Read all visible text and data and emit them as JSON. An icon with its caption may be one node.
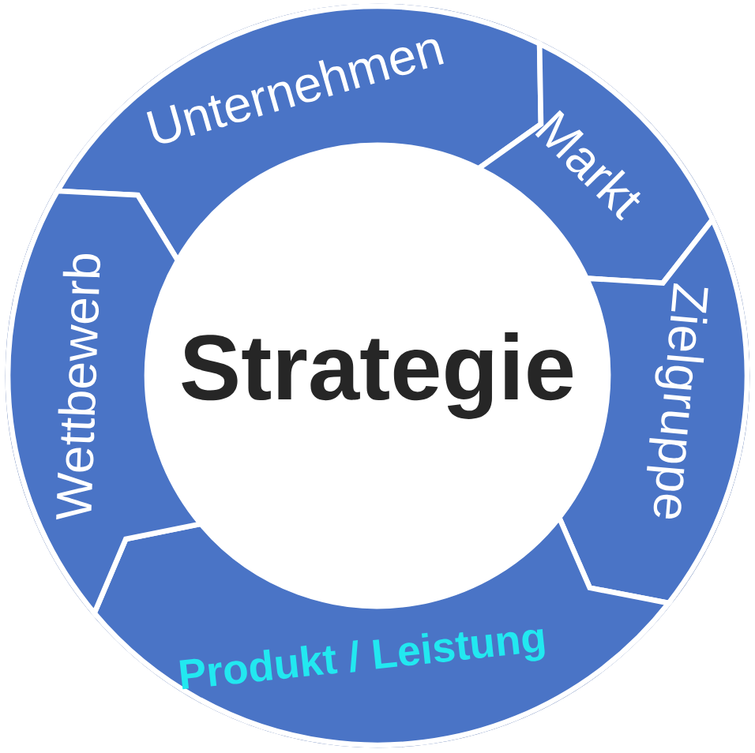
{
  "diagram": {
    "nodes": [
      {
        "text": [
          "Strategie"
        ]
      },
      {
        "text": [
          "Unternehmen"
        ]
      },
      {
        "text": [
          "Markt"
        ]
      },
      {
        "text": [
          "Zielgruppe"
        ]
      },
      {
        "text": [
          "Produkt / Leistung"
        ]
      },
      {
        "text": [
          "Wettbewerb"
        ]
      }
    ]
  }
}
